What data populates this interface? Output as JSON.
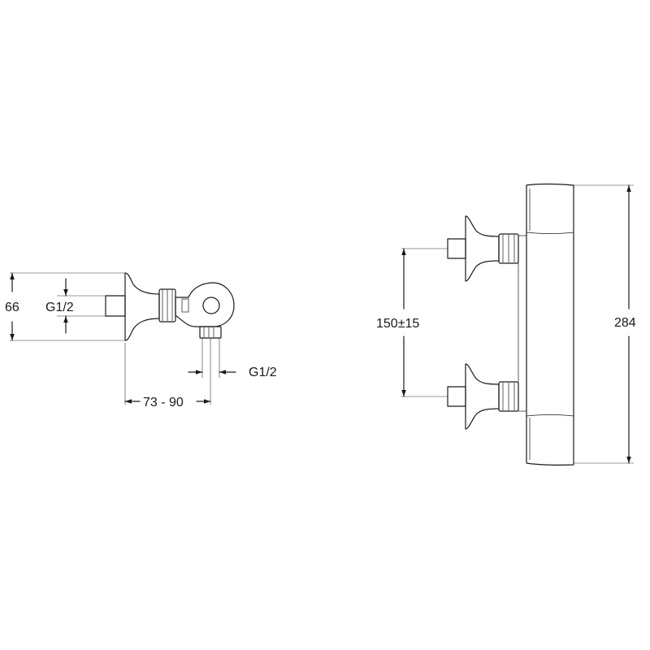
{
  "side_view": {
    "height_dim": "66",
    "inlet_thread": "G1/2",
    "outlet_thread": "G1/2",
    "projection_dim": "73 - 90"
  },
  "front_view": {
    "centres_dim": "150±15",
    "overall_height_dim": "284"
  },
  "colors": {
    "line": "#1a1a1a",
    "background": "#ffffff"
  }
}
